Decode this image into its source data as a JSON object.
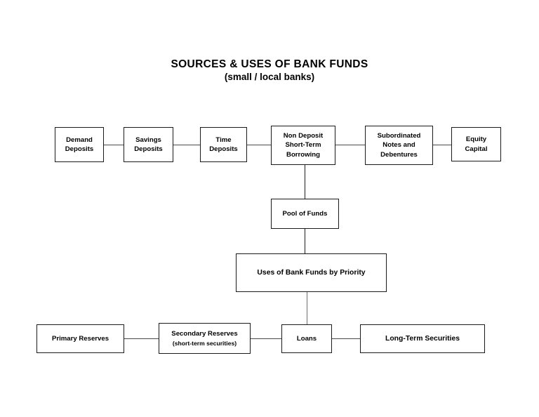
{
  "title": {
    "main": "SOURCES & USES OF BANK FUNDS",
    "sub": "(small / local banks)"
  },
  "diagram": {
    "type": "flowchart",
    "sources_row": [
      {
        "id": "demand-deposits",
        "label": "Demand\nDeposits"
      },
      {
        "id": "savings-deposits",
        "label": "Savings\nDeposits"
      },
      {
        "id": "time-deposits",
        "label": "Time\nDeposits"
      },
      {
        "id": "non-deposit-borrowing",
        "label": "Non Deposit\nShort-Term\nBorrowing"
      },
      {
        "id": "subordinated-notes",
        "label": "Subordinated\nNotes and\nDebentures"
      },
      {
        "id": "equity-capital",
        "label": "Equity\nCapital"
      }
    ],
    "pool": {
      "id": "pool-of-funds",
      "label": "Pool of Funds"
    },
    "uses": {
      "id": "uses-of-bank-funds",
      "label": "Uses of Bank Funds by Priority"
    },
    "uses_row": [
      {
        "id": "primary-reserves",
        "label": "Primary Reserves",
        "sublabel": ""
      },
      {
        "id": "secondary-reserves",
        "label": "Secondary Reserves",
        "sublabel": "(short-term securities)"
      },
      {
        "id": "loans",
        "label": "Loans",
        "sublabel": ""
      },
      {
        "id": "long-term-securities",
        "label": "Long-Term Securities",
        "sublabel": ""
      }
    ],
    "colors": {
      "box_border": "#1a1a1a",
      "connector": "#4a4a4a",
      "background": "#ffffff",
      "text": "#000000"
    }
  }
}
